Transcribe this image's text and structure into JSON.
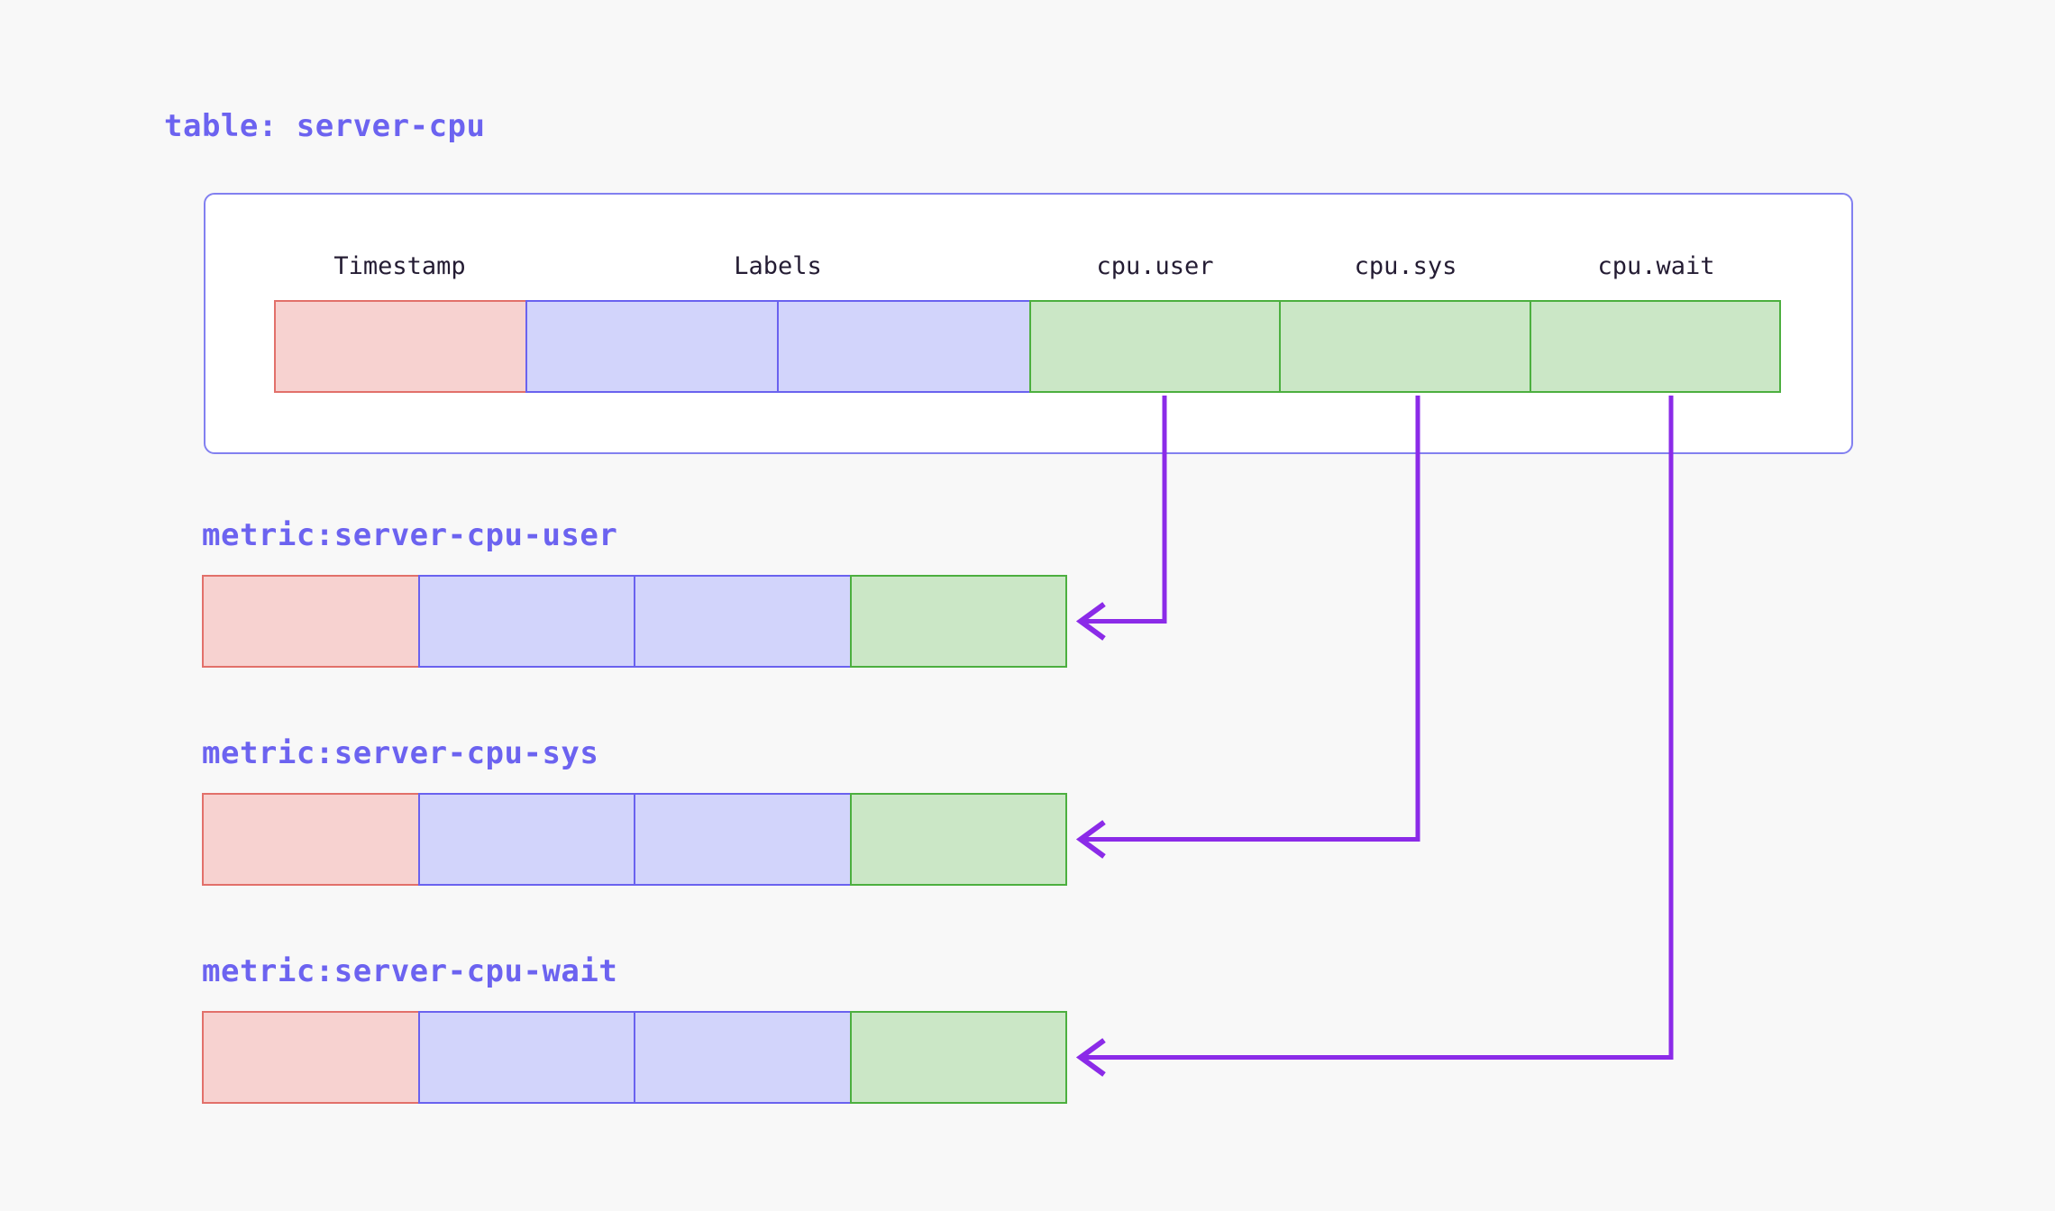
{
  "page": {
    "background": "#f8f8f8",
    "accent_indigo": "#6c63f0",
    "card_border": "#8280f0",
    "arrow_color": "#8b2be8",
    "timestamp_fill": "#f7d2d0",
    "timestamp_border": "#e2706a",
    "label_fill": "#d2d4fb",
    "label_border": "#6a62ef",
    "value_fill": "#cbe7c6",
    "value_border": "#4caf3f"
  },
  "table": {
    "title": "table: server-cpu",
    "columns": [
      {
        "name": "Timestamp",
        "kind": "timestamp"
      },
      {
        "name": "Labels",
        "kind": "label"
      },
      {
        "name": "cpu.user",
        "kind": "value"
      },
      {
        "name": "cpu.sys",
        "kind": "value"
      },
      {
        "name": "cpu.wait",
        "kind": "value"
      }
    ],
    "row_cells": [
      {
        "kind": "timestamp",
        "column": "Timestamp"
      },
      {
        "kind": "label",
        "column": "Labels"
      },
      {
        "kind": "label",
        "column": "Labels"
      },
      {
        "kind": "value",
        "column": "cpu.user"
      },
      {
        "kind": "value",
        "column": "cpu.sys"
      },
      {
        "kind": "value",
        "column": "cpu.wait"
      }
    ]
  },
  "metrics": [
    {
      "title": "metric:server-cpu-user",
      "source_column": "cpu.user",
      "cells": [
        {
          "kind": "timestamp"
        },
        {
          "kind": "label"
        },
        {
          "kind": "label"
        },
        {
          "kind": "value"
        }
      ]
    },
    {
      "title": "metric:server-cpu-sys",
      "source_column": "cpu.sys",
      "cells": [
        {
          "kind": "timestamp"
        },
        {
          "kind": "label"
        },
        {
          "kind": "label"
        },
        {
          "kind": "value"
        }
      ]
    },
    {
      "title": "metric:server-cpu-wait",
      "source_column": "cpu.wait",
      "cells": [
        {
          "kind": "timestamp"
        },
        {
          "kind": "label"
        },
        {
          "kind": "label"
        },
        {
          "kind": "value"
        }
      ]
    }
  ],
  "connectors": [
    {
      "from": "cpu.user",
      "to": "metric:server-cpu-user"
    },
    {
      "from": "cpu.sys",
      "to": "metric:server-cpu-sys"
    },
    {
      "from": "cpu.wait",
      "to": "metric:server-cpu-wait"
    }
  ]
}
